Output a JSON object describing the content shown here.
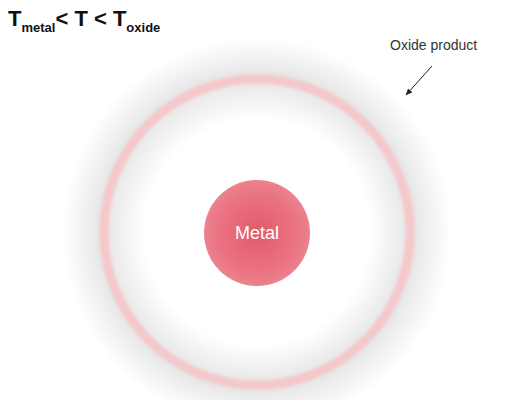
{
  "diagram": {
    "nodes": [
      {
        "text": [
          "Metal"
        ]
      }
    ],
    "labels": [
      "T",
      "metal",
      "< T < T",
      "oxide",
      "Oxide product"
    ]
  }
}
